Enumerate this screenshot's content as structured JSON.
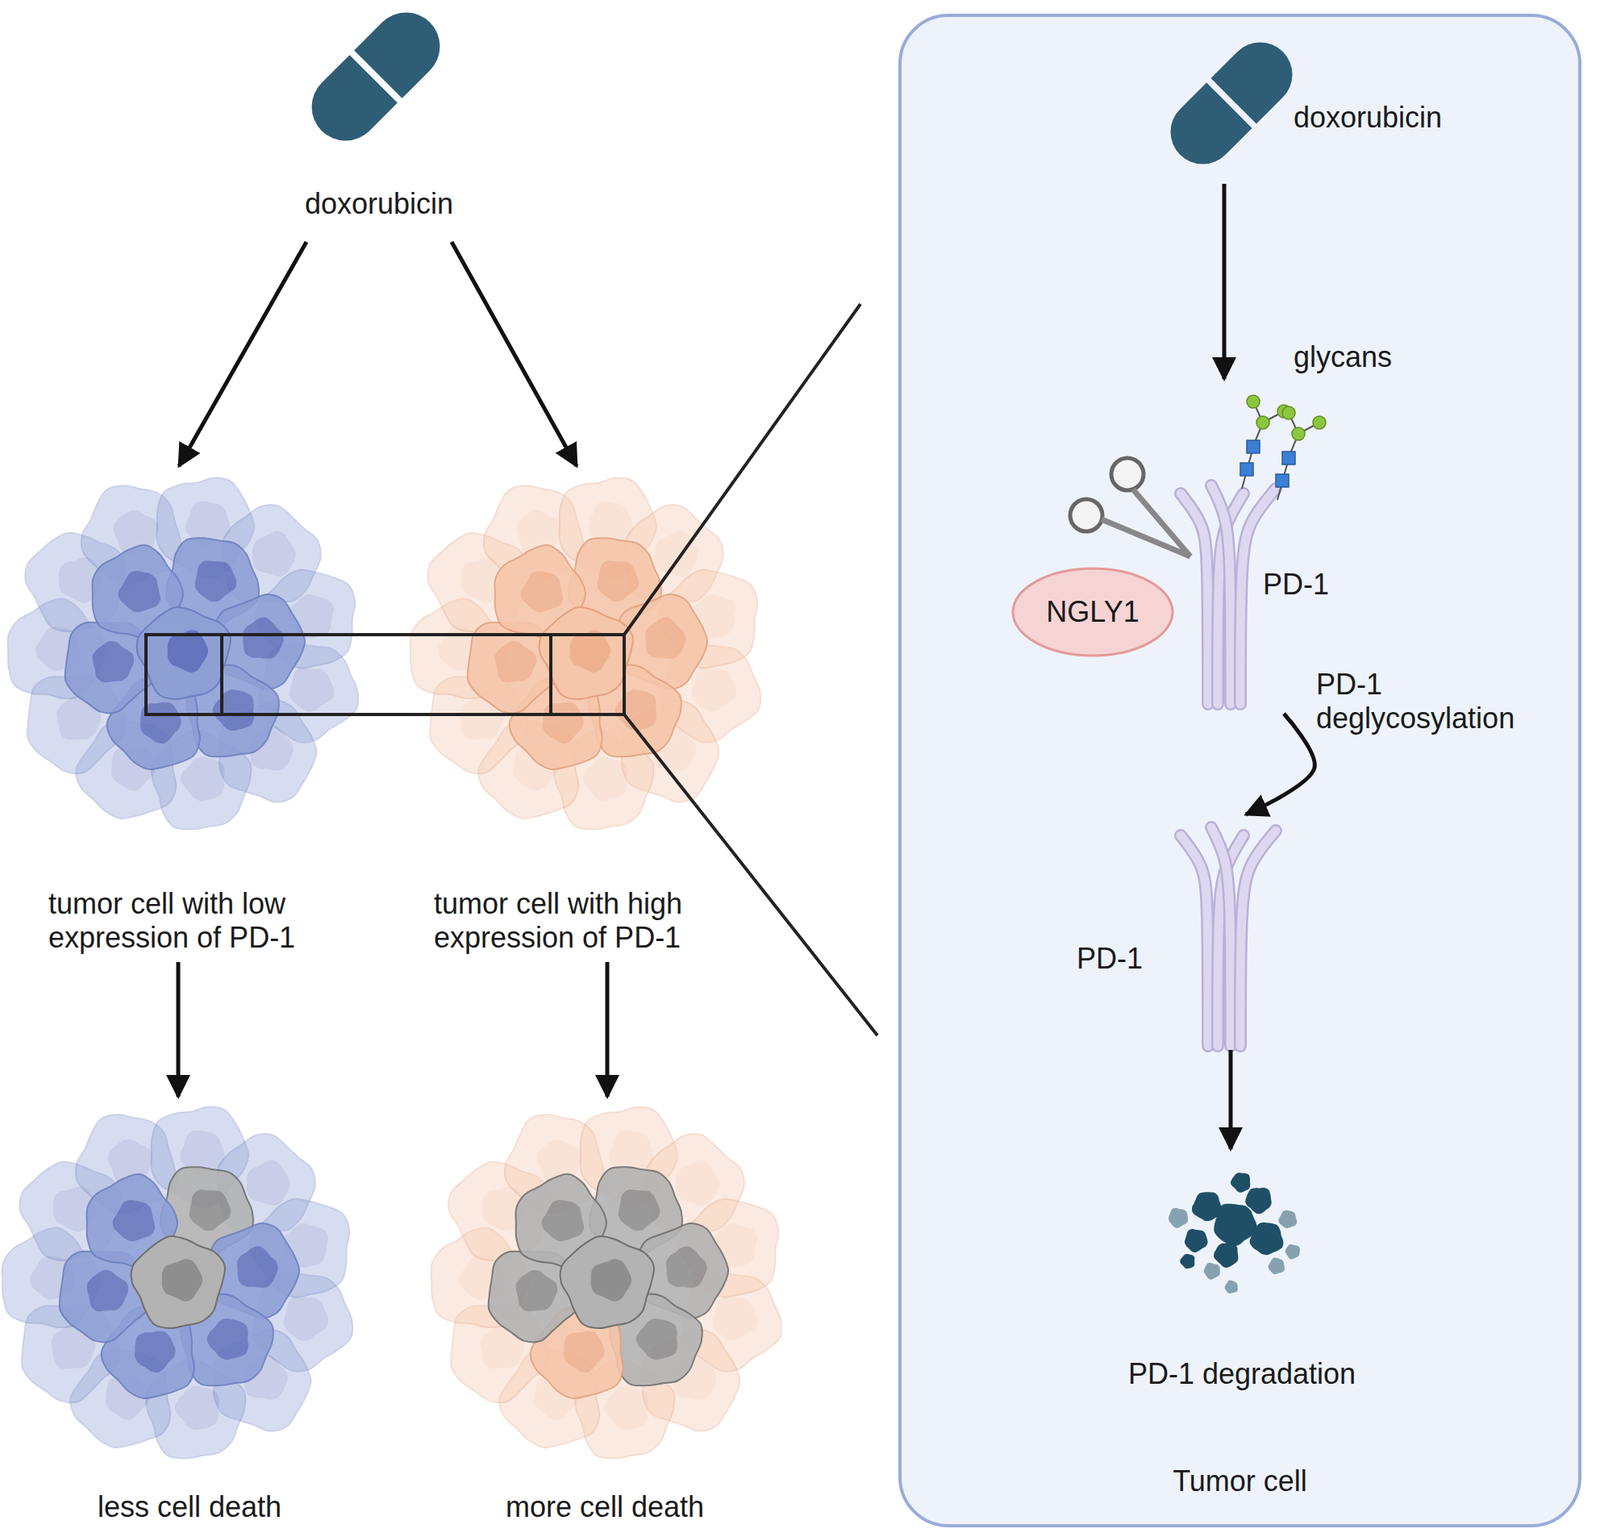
{
  "diagram": {
    "nodes": [
      {
        "text": [
          "doxorubicin"
        ]
      },
      {
        "text": [
          "tumor cell with low expression of PD-1"
        ]
      },
      {
        "text": [
          "tumor cell with high expression of PD-1"
        ]
      },
      {
        "text": [
          "less cell death"
        ]
      },
      {
        "text": [
          "more  cell death"
        ]
      },
      {
        "text": [
          "Tumor cell"
        ]
      },
      {
        "text": [
          "doxorubicin"
        ],
        "in": 5
      },
      {
        "text": [
          "PD-1"
        ],
        "in": 5
      },
      {
        "text": [
          "NGLY1"
        ],
        "in": 5
      },
      {
        "text": [
          "PD-1"
        ],
        "in": 5
      },
      {
        "text": [
          "PD-1 degradation"
        ],
        "in": 5
      }
    ],
    "edges": [
      {
        "from": 0,
        "to": 1,
        "arrow": "to"
      },
      {
        "from": 0,
        "to": 2,
        "arrow": "to"
      },
      {
        "from": 1,
        "to": 3,
        "arrow": "to"
      },
      {
        "from": 2,
        "to": 4,
        "arrow": "to"
      },
      {
        "from": 6,
        "to": 7,
        "arrow": "to"
      },
      {
        "from": 7,
        "to": 9,
        "label": "PD-1 deglycosylation",
        "arrow": "to"
      },
      {
        "from": 9,
        "to": 10,
        "arrow": "to"
      }
    ],
    "labels": [
      "glycans"
    ]
  }
}
